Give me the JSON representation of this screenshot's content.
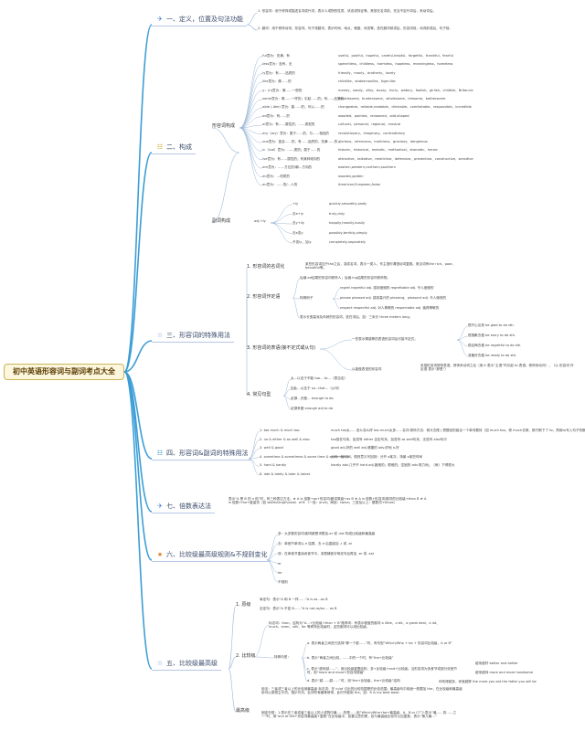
{
  "root": "初中英语形容词与副词考点大全",
  "branches": {
    "b1": {
      "icon": "✈",
      "label": "一、定义，位置及句法功能"
    },
    "b2": {
      "icon": "☷",
      "label": "二、构成"
    },
    "b3": {
      "icon": "☆",
      "label": "三、形容词的特殊用法"
    },
    "b4": {
      "icon": "☷",
      "label": "四、形容词&副词的特殊用法"
    },
    "b5": {
      "icon": "✈",
      "label": "七、倍数表达法"
    },
    "b6": {
      "icon": "★",
      "label": "六、比较级最高级规则&不规则变化"
    },
    "b7": {
      "icon": "☆",
      "label": "五、比较级最高级"
    }
  },
  "definition": {
    "n1": "1. 形容词：用于修饰或描述名词或代词，表示人或物的性质、状态或特征等。常放在名词前，充当不定代词后，系动词后。",
    "n2": "2. 副词：用于修饰动词、形容词、句子或副词，表示时间、地点、程度、状态等。放在副词前或后，形容词前，动词前或后，句子前。"
  },
  "formation": {
    "adj_label": "形容词构成",
    "adv_label": "副词构成",
    "adv_rule": "adj.+ly",
    "adj_rows": [
      {
        "rule": "-ful意为：充满，有",
        "ex": "useful、painful、hopeful、careful,helpful、forgetful、thankful、fearful"
      },
      {
        "rule": "-less意为：没有，无",
        "ex": "speechless、childless、harmless、hopeless、meaningless、homeless"
      },
      {
        "rule": "-ly意为：有……品质的",
        "ex": "friendly、manly、brotherly、lovely"
      },
      {
        "rule": "-like意为：像……的",
        "ex": "childlike、statesmanlike、tiger-like"
      },
      {
        "rule": "-y：(n)意为：像……一般的",
        "ex": "money、sandy、silky、buzzy、hurly、watery、foolish、girlish、childish、Britannic"
      },
      {
        "rule": "-some意为：像……一样的；引起……的；有……品质的",
        "ex": "troublesome、burdensome、wholesome、tiresome、bothersome"
      },
      {
        "rule": "-able (-ible) 意为：能……的；可以……的",
        "ex": "changeable、reliable,readable、drinkable、comfortable、responsible、incredible"
      },
      {
        "rule": "-ed意为：有……的",
        "ex": "wooded、pointed、renowned、odd-shaped"
      },
      {
        "rule": "-al意为：有……属性的，……类型的",
        "ex": "cultural、personal、regional、musical"
      },
      {
        "rule": "-ary（ory）意为：属于……的，与……相连的",
        "ex": "revolutionary、imaginary、contradictory"
      },
      {
        "rule": "-ous意为：富含……的，有……品质的，充满……的",
        "ex": "glorious、strenuous、malicious、gracious、dangerous"
      },
      {
        "rule": "-ic（ical）意为：……类的；属于……的",
        "ex": "historic、historical、melodic、methodical、dramatic、heroic"
      },
      {
        "rule": "-ive意为：有……属性的；有某种倾向的",
        "ex": "attractive、talkative、restrictive、defensive、preventive、constructive、sensitive"
      },
      {
        "rule": "-ern意为：……方位的/朝…方向的",
        "ex": "eastern,western,northern,southern"
      },
      {
        "rule": "-en意为：…材质的",
        "ex": "wooden,golden"
      },
      {
        "rule": "-an意为：……的/…人的",
        "ex": "American,European,Asian"
      }
    ],
    "adv_rows": [
      {
        "rule": "+ly",
        "ex": "quickly,smoothly,sadly"
      },
      {
        "rule": "去e+ly",
        "ex": "truly,duly"
      },
      {
        "rule": "去y+ily",
        "ex": "happily,heavily,busily"
      },
      {
        "rule": "去e变y",
        "ex": "possibly,terribly,simply"
      },
      {
        "rule": "不变ly，加ly",
        "ex": "completely,separately"
      }
    ]
  },
  "special": {
    "s1": "1. 形容词的名词化",
    "s1_note": "某些形容词加于the之后，变成名词，表示一类人，作主语时谓语动词复数。常见词有the rich、poor、beautiful等。",
    "s2": "2. 形容词作定语",
    "s2_note": "后缀-ed结尾的形容词修饰人；后缀-ing结尾的形容词修饰物。",
    "s2_special": "特殊例子",
    "s2_pairs": [
      "regret regretful adj. 感到遗憾的 regrettable adj. 令人遗憾的",
      "please pleased adj. 感到高兴的 pleasing、pleasant adj. 令人愉快的",
      "respect respectful adj. 对人尊敬的 respectable adj. 值得尊敬的"
    ],
    "s2_note2": "表示长宽高深及年龄的形容词，放在词后，如：三米长 three meters long。",
    "s3": "3. 形容词的表语(接不定式或从句)",
    "s3_note1": "一些表示情感等的表语形容词后可接不定式。",
    "s3_examples": [
      "很开心见到 be glad to do sth.",
      "很抱歉去做 be sorry to do sth.",
      "很后悔去做 be regretful to do sth.",
      "准备好去做 be ready to do sth."
    ],
    "s3_note2": "以能做表语的形容词",
    "s3_note2b": "系感形容词修饰表语。修饰系动词之后（用 it 表示“主语”时引起 to 表语。修饰系动词）。（以 形容词 作定语 表示“那是”）",
    "s4": "4. 常见句型",
    "s4_items": [
      "太…以至于不能 too… to…（表否定）",
      "如此…以至于 so…that…（从句）",
      "足够…去做… enough to do",
      "足够来做 enough adj to do"
    ]
  },
  "adjadv": {
    "items": [
      {
        "k": "1. too much & much too",
        "v": "much too太……怎么怎么样 too much太多……名词 修饰方法：修头去尾 | 把题设的组合一个单词看待（如 much too，修 much去掉，那只剩下了 to，再用to写入句子判断）"
      },
      {
        "k": "2. no & either & as well & also",
        "v": "too放在句末，加逗号 either 否定句末，加逗号 as well句末，无逗号 also句中"
      },
      {
        "k": "3. well & good",
        "v": "good adj.好的 well adj.健康的 adv.好地 a.好"
      },
      {
        "k": "4. sometime & sometimes & some time & some times",
        "v": "分开一段时间，规则意义写回到：分开 a某次，场景 a某些时间"
      },
      {
        "k": "5. hard & hardly",
        "v": "hardly adv.几乎不 hard adj.困难的；艰难的；坚固的 adv.努力地；（雨）下得很大"
      },
      {
        "k": "6. late & lately & later & latest",
        "v": ""
      }
    ]
  },
  "multiple": {
    "note": "表示“A 是 B 的 n 倍”时，有三种表达方法。★ A is 倍数+as+形容词/副词原级+as B ★ A is 倍数+形容词/副词的比较级+than B ★ A is 倍数+the+度量词（如 width/length/size）of B （一倍：once；两倍：twice；三倍及以上：基数词+times）"
  },
  "irregular": {
    "items": [
      "多：大多数形容词/副词都是词尾加-er 或 -est 构成比较级和最高级",
      "去：单音节单词以 e 结尾，去 e 后直接加 -r 或 -st",
      "双：在单音节重读闭音节中，末尾辅音字母双写后再加 -er 或 -est",
      "er",
      "ier",
      "不规则"
    ]
  },
  "compare": {
    "c1": "1. 原级",
    "c1_items": [
      "肯定句：表示“A 和 B 一样……”A is as…as B",
      "否定句：表示“A 不如 B……”A is not as/so … as B"
    ],
    "c2": "2. 比较级",
    "c2_note": "标志词：than。结构为“A…+比较级+than + B”推荐词：有表示程度的副词 a little、a bit、a great deal、a lot、much、even、still、far 等修饰比较级时，这些副词可以用比较级。",
    "c2_sub": "特殊句型：",
    "c2_items": [
      "a. 表示两者之间进行选择“哪一个更……”时，有句型“Which/Who + be + 形容词比较级，A or B”",
      "b. 表示“两者之间比较，……中的一个时，有“the+比较级”",
      "c. 表示“越来越……”，用比较级重叠结构，多+比较级+and+比较级；当形容词为多音节或部分双音节时，用“more and more+形容词原级”",
      "d. 表示“越……越……”时，用“the+比较级，the+比较级”结构"
    ],
    "c2_right": [
      "越来越好 better and better",
      "越来越帅 more and more handsome"
    ],
    "c2_right2": "你吃得越多，你就越胖 the more you eat the fatter you will be",
    "c3": "最高级",
    "c3_note1": "用法：三者或三者以上的比较用最高级 标志词：在 in/of 引出的比较范围是的比较范围；最高级句中前面一般要加 the，在比较级和最高级前可以用物主代词、指示代词、名词所有格等修饰，此时不能用 the，如：It is my best book.",
    "c3_note2": "固定句型：1.表示在三者或者三者以上的人或物中最……的是……用“Which/Who+be+最高级，A、B or C?”2.表示“最……的……之一”时，用“one of the+形容词最高级+复数”在比较级中，如要注意的是，若与最高级比较可以加复数，表示“第几最…”"
  }
}
